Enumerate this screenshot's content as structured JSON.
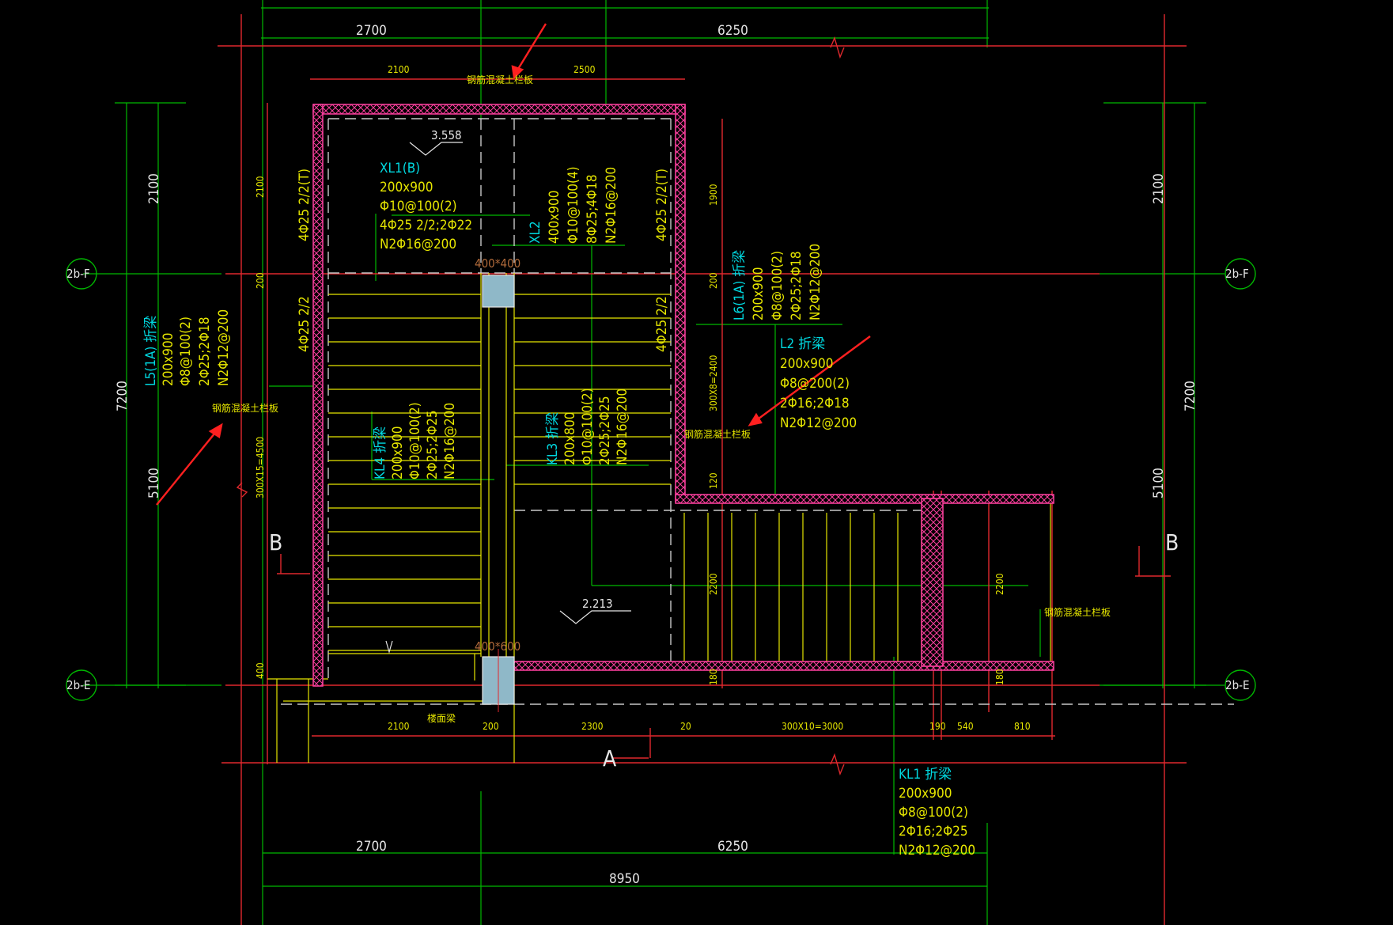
{
  "drawing": {
    "colors": {
      "background": "#000000",
      "grid_red": "#e0282d",
      "dim_green": "#00b800",
      "rebar_yellow": "#e6e600",
      "label_cyan": "#00d8e0",
      "wall_magenta": "#ff40a0",
      "column_fill": "#8fb8c8",
      "dim_text_white": "#e6e6e6",
      "marker_arrow": "#ff2020"
    },
    "dims_top": [
      "2700",
      "6250"
    ],
    "dims_bottom": [
      "2700",
      "6250",
      "8950"
    ],
    "dims_upper_small": [
      "2100",
      "2500"
    ],
    "dims_left": [
      "2100",
      "7200",
      "5100"
    ],
    "dims_right": [
      "2100",
      "7200",
      "5100"
    ],
    "dims_left_inner": [
      "2100",
      "200",
      "300X15=4500",
      "400"
    ],
    "dims_right_inner": [
      "1900",
      "200",
      "300X8=2400",
      "120",
      "2200",
      "180"
    ],
    "dims_bottom_inner": [
      "2100",
      "200",
      "2300",
      "20",
      "300X10=3000",
      "190",
      "540",
      "810"
    ],
    "dim_middle_right": "2200",
    "dim_middle_right_bottom": "180",
    "grid_axes": [
      "2b-F",
      "2b-E"
    ],
    "section_marks": {
      "b": "B",
      "a": "A"
    },
    "elevations": {
      "upper": "3.558",
      "lower": "2.213"
    },
    "column_labels": {
      "top": "400*400",
      "bottom": "400*600"
    },
    "slab_label": "钢筋混凝土栏板",
    "stair_beam_label": "楼面梁",
    "beams": {
      "xl1": {
        "name": "XL1(B)",
        "lines": [
          "200x900",
          "Φ10@100(2)",
          "4Φ25 2/2;2Φ22",
          "N2Φ16@200"
        ]
      },
      "xl2": {
        "name": "XL2",
        "lines": [
          "400x900",
          "Φ10@100(4)",
          "8Φ25;4Φ18",
          "N2Φ16@200"
        ]
      },
      "l6": {
        "name": "L6(1A) 折梁",
        "lines": [
          "200x900",
          "Φ8@100(2)",
          "2Φ25;2Φ18",
          "N2Φ12@200"
        ]
      },
      "l2": {
        "name": "L2 折梁",
        "lines": [
          "200x900",
          "Φ8@200(2)",
          "2Φ16;2Φ18",
          "N2Φ12@200"
        ]
      },
      "l5": {
        "name": "L5(1A) 折梁",
        "lines": [
          "200x900",
          "Φ8@100(2)",
          "2Φ25;2Φ18",
          "N2Φ12@200"
        ]
      },
      "kl4": {
        "name": "KL4 折梁",
        "lines": [
          "200x900",
          "Φ10@100(2)",
          "2Φ25;2Φ25",
          "N2Φ16@200"
        ]
      },
      "kl3": {
        "name": "KL3 折梁",
        "lines": [
          "200x800",
          "Φ10@100(2)",
          "2Φ25;2Φ25",
          "N2Φ16@200"
        ]
      },
      "kl1": {
        "name": "KL1 折梁",
        "lines": [
          "200x900",
          "Φ8@100(2)",
          "2Φ16;2Φ25",
          "N2Φ12@200"
        ]
      }
    },
    "rebar_side_labels": {
      "left_upper": "4Φ25 2/2(T)",
      "left_lower": "4Φ25 2/2",
      "right_upper": "4Φ25 2/2(T)",
      "right_lower": "4Φ25 2/2"
    }
  }
}
